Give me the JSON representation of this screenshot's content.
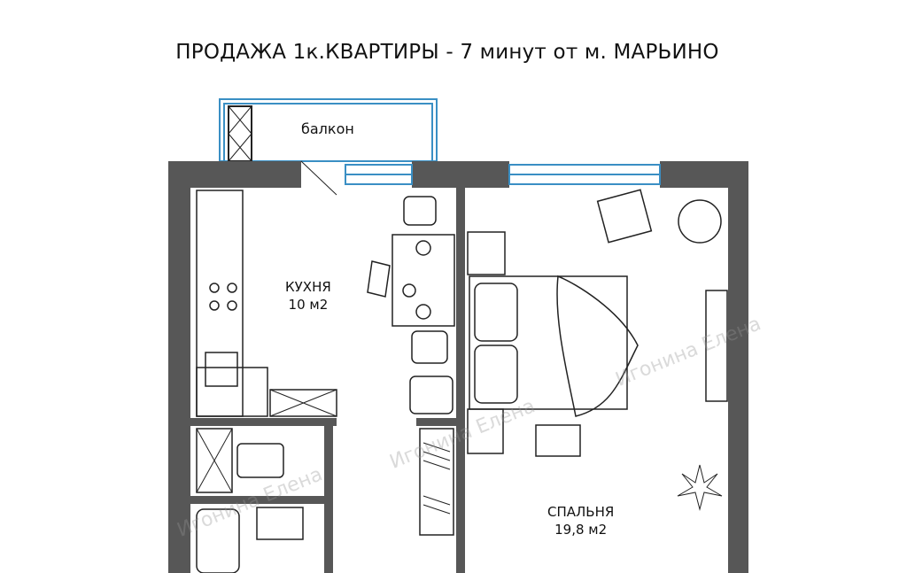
{
  "title": "ПРОДАЖА 1к.КВАРТИРЫ  - 7 минут от м. МАРЬИНО",
  "rooms": {
    "balcony": {
      "name": "балкон"
    },
    "kitchen": {
      "name": "КУХНЯ",
      "area": "10 м2"
    },
    "bedroom": {
      "name": "СПАЛЬНЯ",
      "area": "19,8 м2"
    }
  },
  "watermark": "Игонина Елена",
  "colors": {
    "wall": "#575757",
    "window": "#3a8fc4",
    "line": "#222222"
  }
}
